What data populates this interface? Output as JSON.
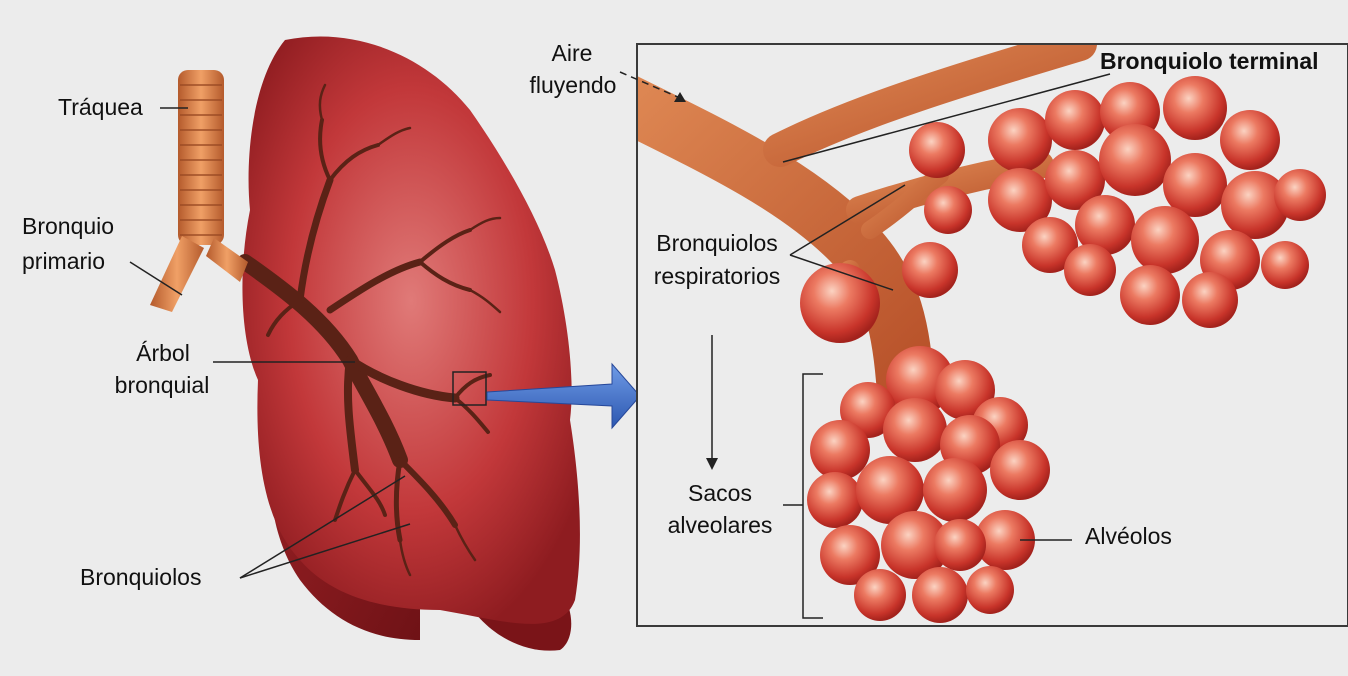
{
  "colors": {
    "background": "#ececec",
    "lung": "#b2262a",
    "bronchial_tree": "#5a2216",
    "trachea": "#d8804a",
    "airway": "#cf6a3a",
    "alveolus": "#d9473a",
    "pointer_arrow": "#3d6fc4",
    "label_text": "#111111"
  },
  "labels": {
    "traquea": "Tráquea",
    "bronquio_primario_1": "Bronquio",
    "bronquio_primario_2": "primario",
    "arbol_bronquial_1": "Árbol",
    "arbol_bronquial_2": "bronquial",
    "bronquiolos": "Bronquiolos",
    "aire_fluyendo_1": "Aire",
    "aire_fluyendo_2": "fluyendo",
    "bronquiolo_terminal": "Bronquiolo terminal",
    "bronquiolos_respiratorios_1": "Bronquiolos",
    "bronquiolos_respiratorios_2": "respiratorios",
    "sacos_alveolares_1": "Sacos",
    "sacos_alveolares_2": "alveolares",
    "alveolos": "Alvéolos"
  }
}
